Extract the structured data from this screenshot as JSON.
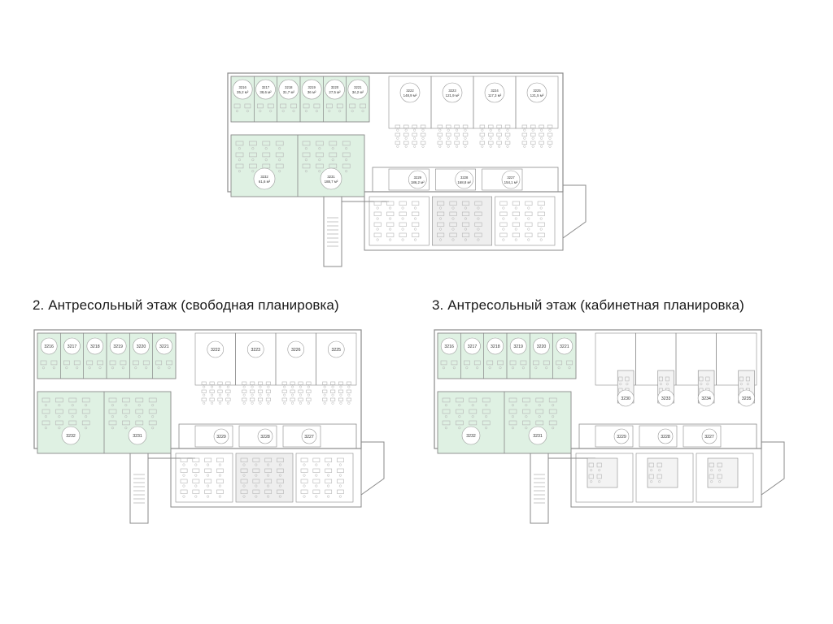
{
  "headings": {
    "open_plan": "2. Антресольный этаж (свободная планировка)",
    "cabinet_plan": "3. Антресольный этаж (кабинетная планировка)"
  },
  "colors": {
    "highlight": "#dff1e3",
    "wall": "#8a8a8a",
    "furniture": "#b5b5b5",
    "text": "#1a1a1a"
  },
  "plan1": {
    "top_rooms": [
      {
        "id": "3216",
        "area": "35,2 м²"
      },
      {
        "id": "3217",
        "area": "38,6 м²"
      },
      {
        "id": "3218",
        "area": "31,7 м²"
      },
      {
        "id": "3219",
        "area": "36 м²"
      },
      {
        "id": "3220",
        "area": "27,5 м²"
      },
      {
        "id": "3221",
        "area": "34,2 м²"
      }
    ],
    "mid_rooms": [
      {
        "id": "3232",
        "area": "61,6 м²"
      },
      {
        "id": "3231",
        "area": "188,7 м²"
      }
    ],
    "right_rooms": [
      {
        "id": "3222",
        "area": "148,9 м²"
      },
      {
        "id": "3223",
        "area": "121,9 м²"
      },
      {
        "id": "3224",
        "area": "117,3 м²"
      },
      {
        "id": "3225",
        "area": "121,5 м²"
      }
    ],
    "corridor_rooms": [
      {
        "id": "3229",
        "area": "186,2 м²"
      },
      {
        "id": "3228",
        "area": "168,8 м²"
      },
      {
        "id": "3227",
        "area": "154,1 м²"
      }
    ]
  },
  "plan2": {
    "top_rooms": [
      "3216",
      "3217",
      "3218",
      "3219",
      "3220",
      "3221"
    ],
    "mid_rooms": [
      "3232",
      "3231"
    ],
    "right_rooms": [
      "3222",
      "3223",
      "3226",
      "3225"
    ],
    "corridor_rooms": [
      "3229",
      "3228",
      "3227"
    ]
  },
  "plan3": {
    "top_rooms": [
      "3216",
      "3217",
      "3218",
      "3219",
      "3220",
      "3221"
    ],
    "mid_rooms": [
      "3232",
      "3231"
    ],
    "right_rooms": [
      "3230",
      "3233",
      "3234",
      "3235"
    ],
    "corridor_rooms": [
      "3229",
      "3228",
      "3227"
    ]
  }
}
